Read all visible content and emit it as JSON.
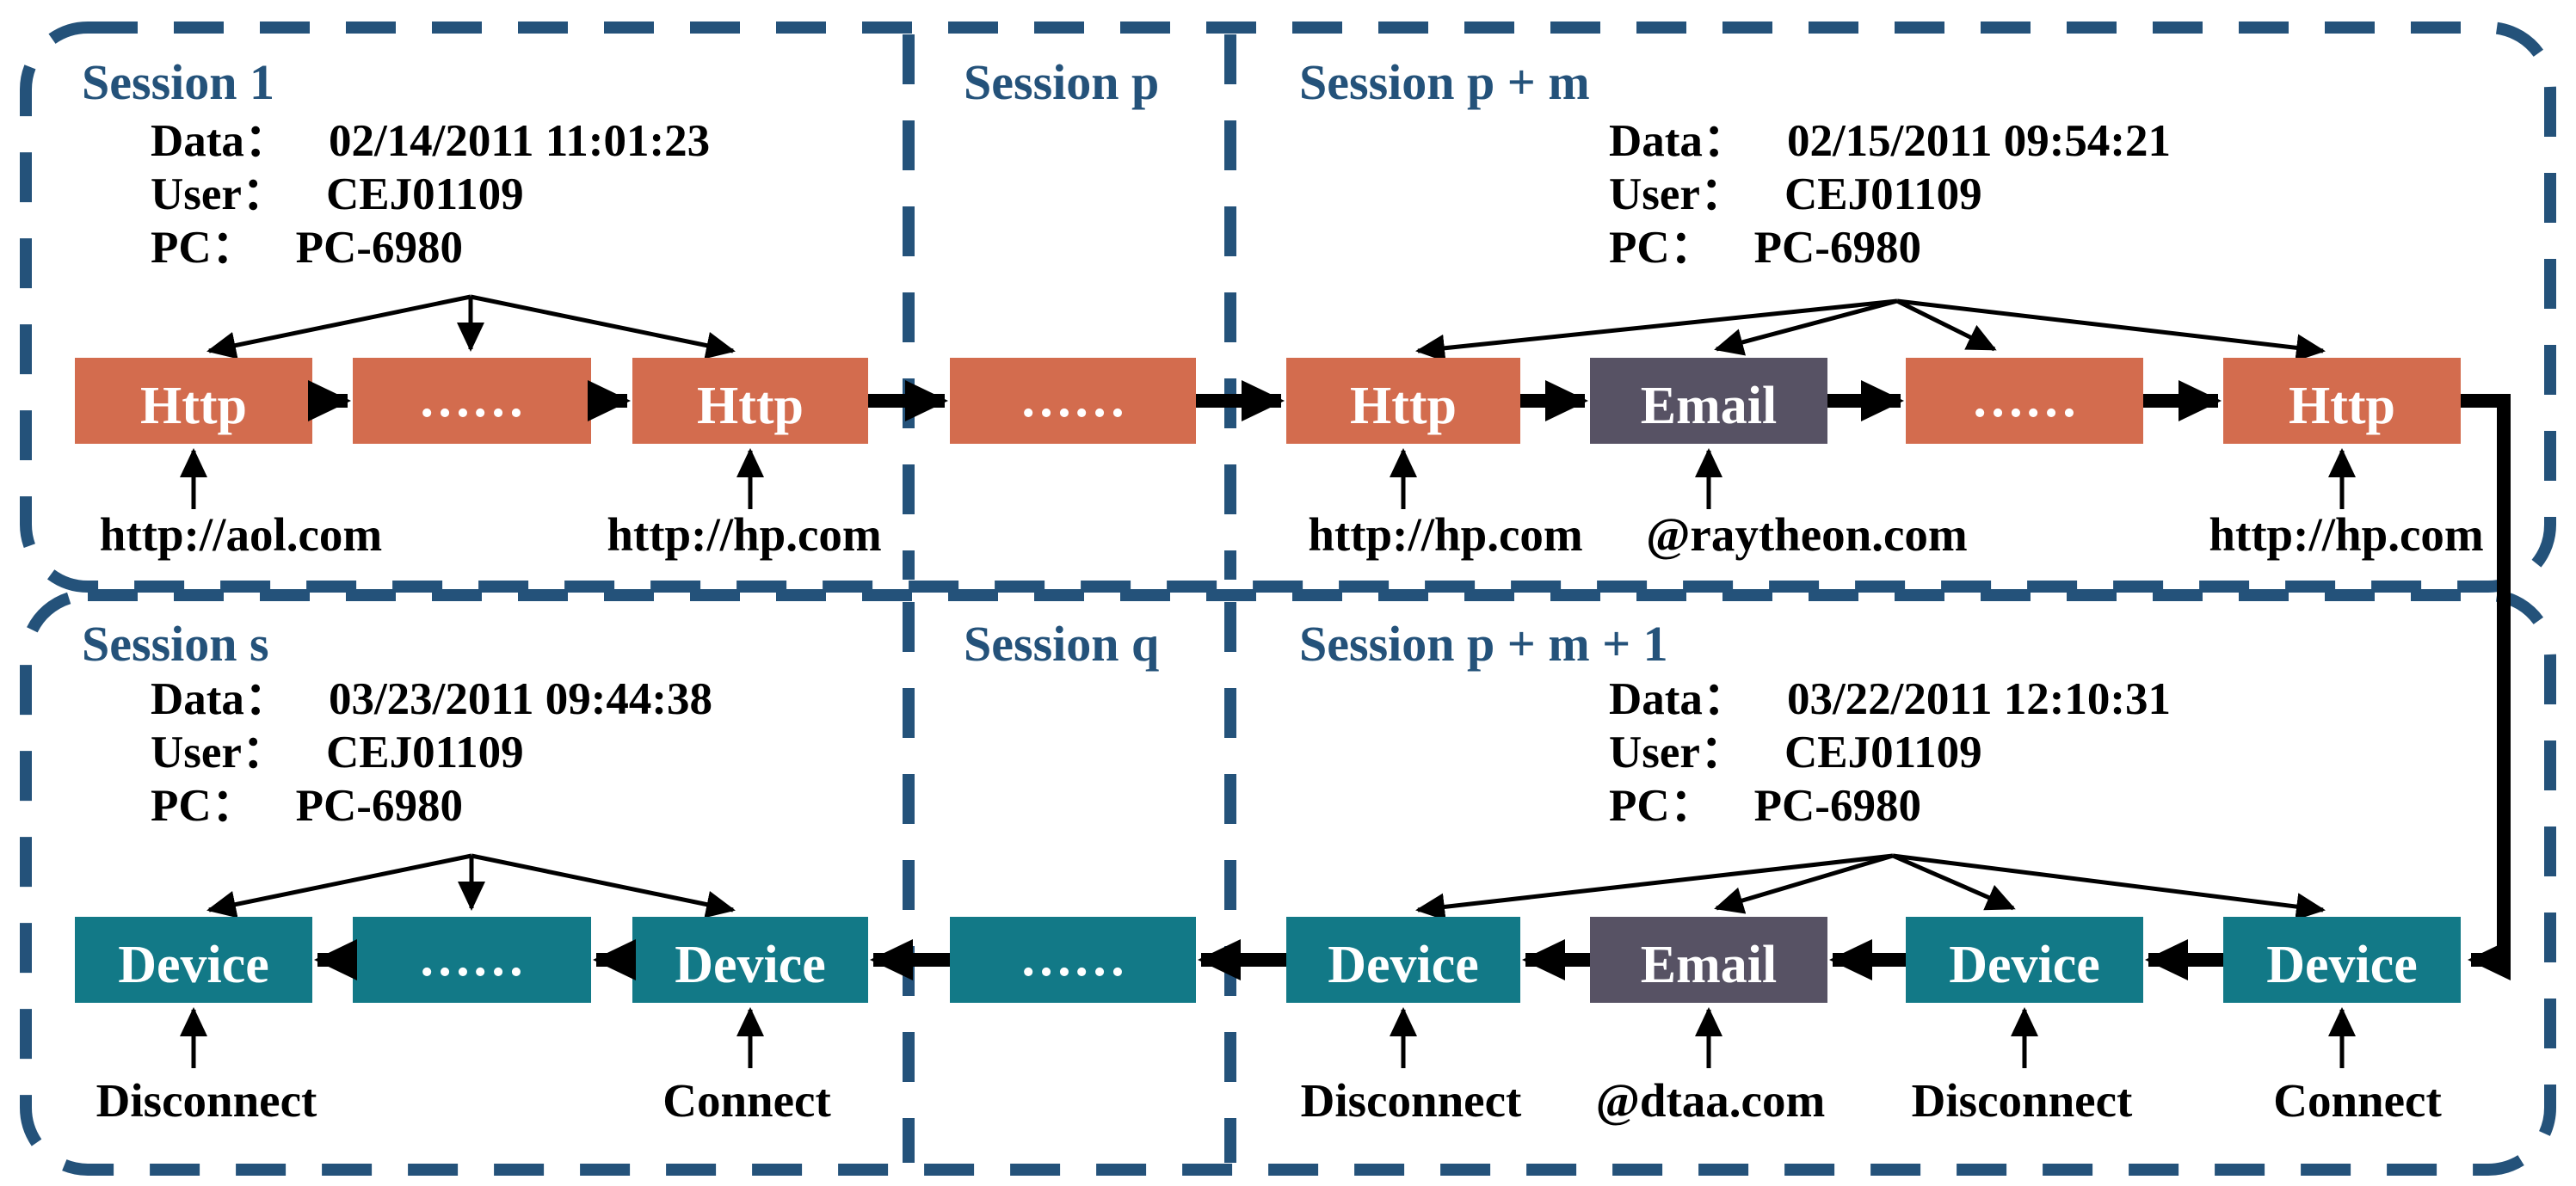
{
  "colors": {
    "border_blue": "#24527a",
    "title_blue": "#24527a",
    "http_orange": "#d36c4e",
    "device_teal": "#127987",
    "email_slate": "#575264",
    "arrow_black": "#000000",
    "box_text_white": "#ffffff"
  },
  "sessions": [
    {
      "title": "Session 1",
      "data_label": "Data：",
      "data_value": "02/14/2011 11:01:23",
      "user_label": "User：",
      "user_value": "CEJ01109",
      "pc_label": "PC：",
      "pc_value": "PC-6980"
    },
    {
      "title": "Session p"
    },
    {
      "title": "Session p + m",
      "data_label": "Data：",
      "data_value": "02/15/2011 09:54:21",
      "user_label": "User：",
      "user_value": "CEJ01109",
      "pc_label": "PC：",
      "pc_value": "PC-6980"
    },
    {
      "title": "Session s",
      "data_label": "Data：",
      "data_value": "03/23/2011 09:44:38",
      "user_label": "User：",
      "user_value": "CEJ01109",
      "pc_label": "PC：",
      "pc_value": "PC-6980"
    },
    {
      "title": "Session q"
    },
    {
      "title": "Session p + m  + 1",
      "data_label": "Data：",
      "data_value": "03/22/2011 12:10:31",
      "user_label": "User：",
      "user_value": "CEJ01109",
      "pc_label": "PC：",
      "pc_value": "PC-6980"
    }
  ],
  "boxes": {
    "top": [
      {
        "label": "Http"
      },
      {
        "label": "……"
      },
      {
        "label": "Http"
      },
      {
        "label": "……"
      },
      {
        "label": "Http"
      },
      {
        "label": "Email"
      },
      {
        "label": "……"
      },
      {
        "label": "Http"
      }
    ],
    "bottom": [
      {
        "label": "Device"
      },
      {
        "label": "……"
      },
      {
        "label": "Device"
      },
      {
        "label": "……"
      },
      {
        "label": "Device"
      },
      {
        "label": "Email"
      },
      {
        "label": "Device"
      },
      {
        "label": "Device"
      }
    ]
  },
  "events": {
    "top": [
      "http://aol.com",
      "http://hp.com",
      "http://hp.com",
      "@raytheon.com",
      "http://hp.com"
    ],
    "bottom": [
      "Disconnect",
      "Connect",
      "Disconnect",
      "@dtaa.com",
      "Disconnect",
      "Connect"
    ]
  }
}
